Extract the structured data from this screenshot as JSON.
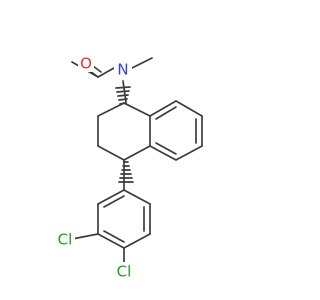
{
  "molecule": {
    "atoms": {
      "oxygen": {
        "label": "O",
        "color": "#e8322f"
      },
      "nitrogen": {
        "label": "N",
        "color": "#2f3fe6"
      },
      "chlorine_upper": {
        "label": "Cl",
        "color": "#1f9e1f"
      },
      "chlorine_lower": {
        "label": "Cl",
        "color": "#1f9e1f"
      }
    },
    "bond_color": "#3c3c3c"
  }
}
